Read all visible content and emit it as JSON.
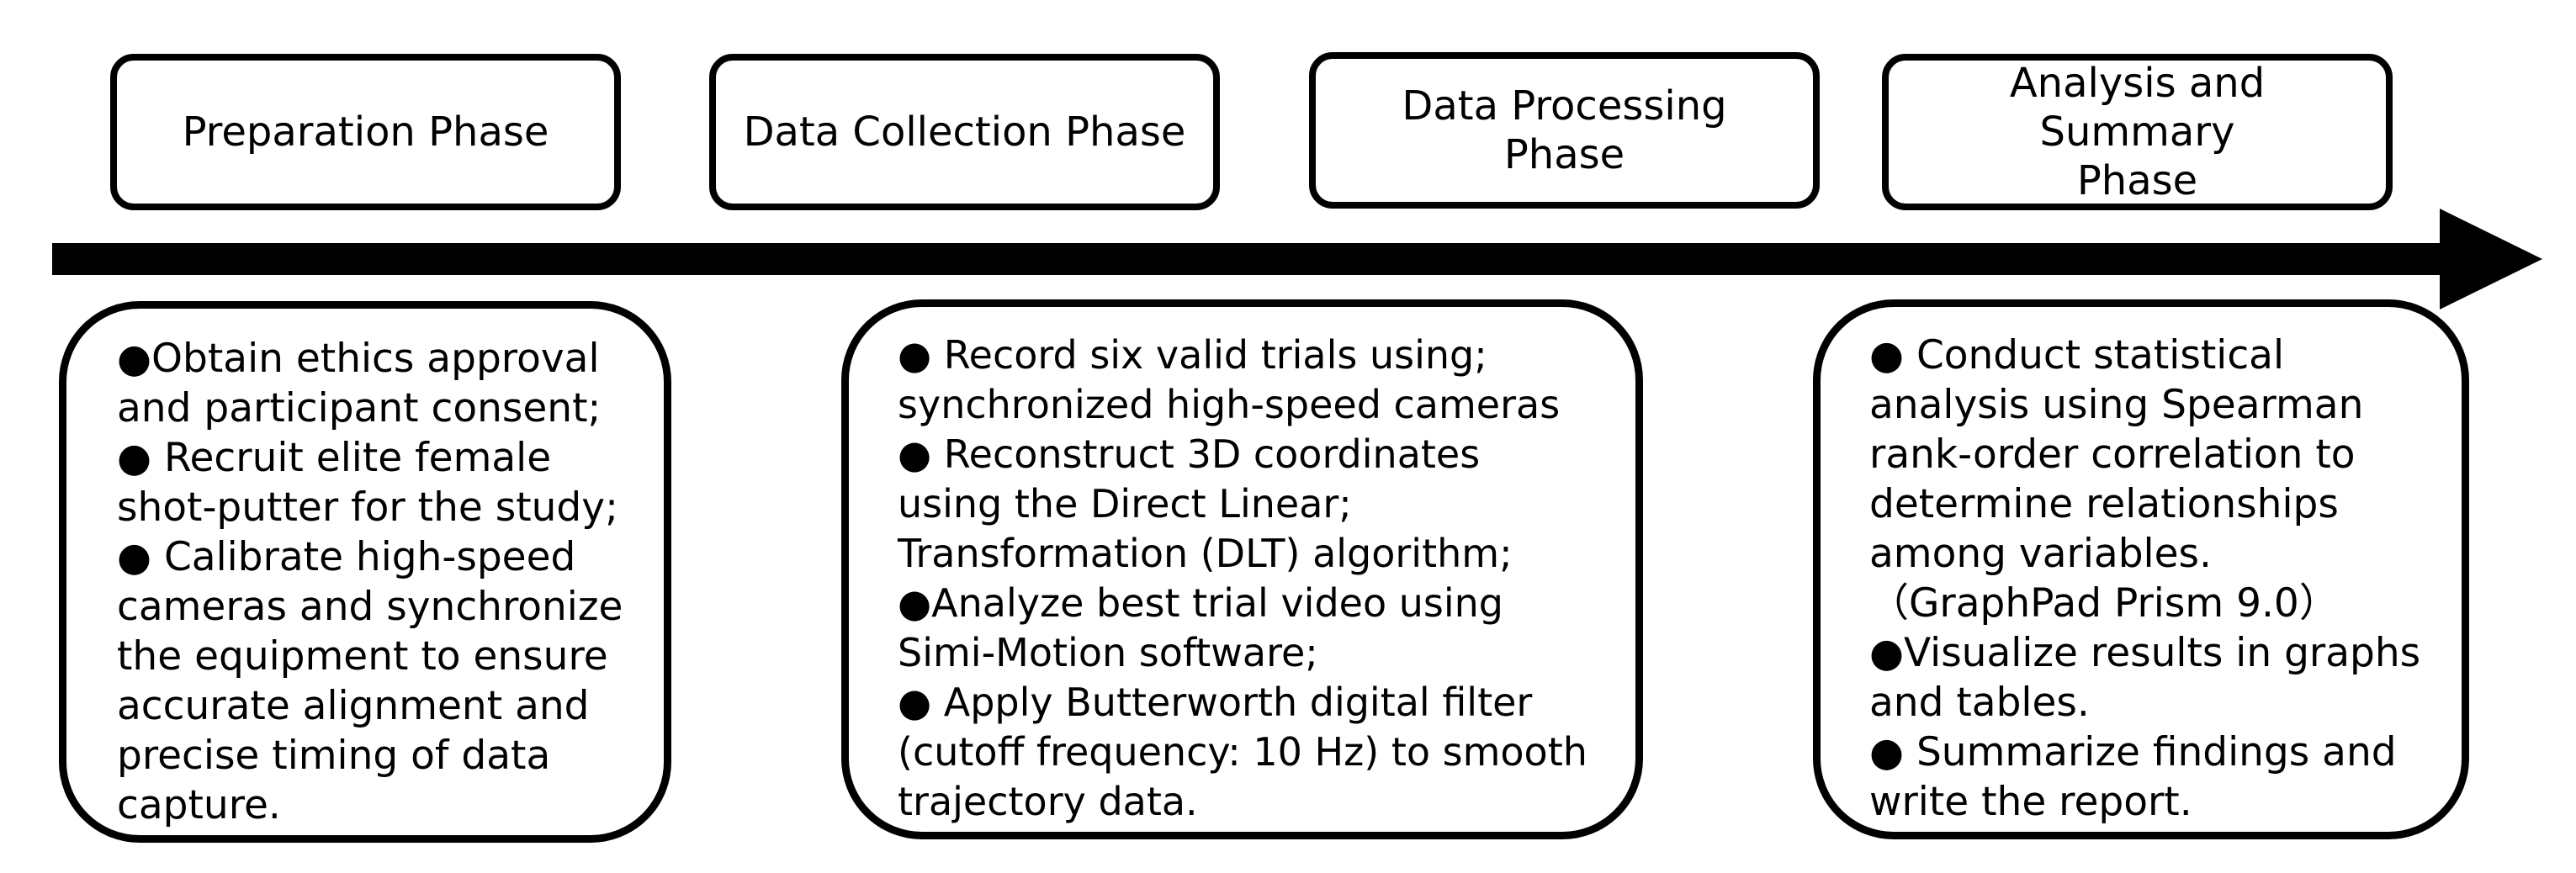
{
  "phases": [
    {
      "title": "Preparation Phase"
    },
    {
      "title": "Data Collection Phase"
    },
    {
      "title": "Data Processing Phase"
    },
    {
      "title_lines": [
        "Analysis and Summary",
        "Phase"
      ]
    }
  ],
  "details": {
    "preparation": [
      "●Obtain ethics approval",
      "and participant consent;",
      "● Recruit elite female",
      "shot-putter for the study;",
      "● Calibrate high-speed",
      "cameras and synchronize",
      "the equipment to ensure",
      "accurate alignment and",
      "precise timing of data",
      "capture."
    ],
    "collection_processing": [
      "● Record six valid trials using;",
      "synchronized high-speed cameras",
      "● Reconstruct 3D coordinates",
      "using the Direct Linear;",
      "Transformation (DLT) algorithm;",
      "●Analyze best trial video using",
      "Simi-Motion software;",
      "● Apply Butterworth digital filter",
      "(cutoff frequency: 10 Hz) to smooth",
      "trajectory data."
    ],
    "analysis": [
      "● Conduct statistical",
      "analysis using Spearman",
      "rank-order correlation to",
      "determine relationships",
      "among variables.",
      "（GraphPad Prism 9.0）",
      "●Visualize results in graphs",
      "and tables.",
      "● Summarize findings and",
      "write the report."
    ]
  }
}
